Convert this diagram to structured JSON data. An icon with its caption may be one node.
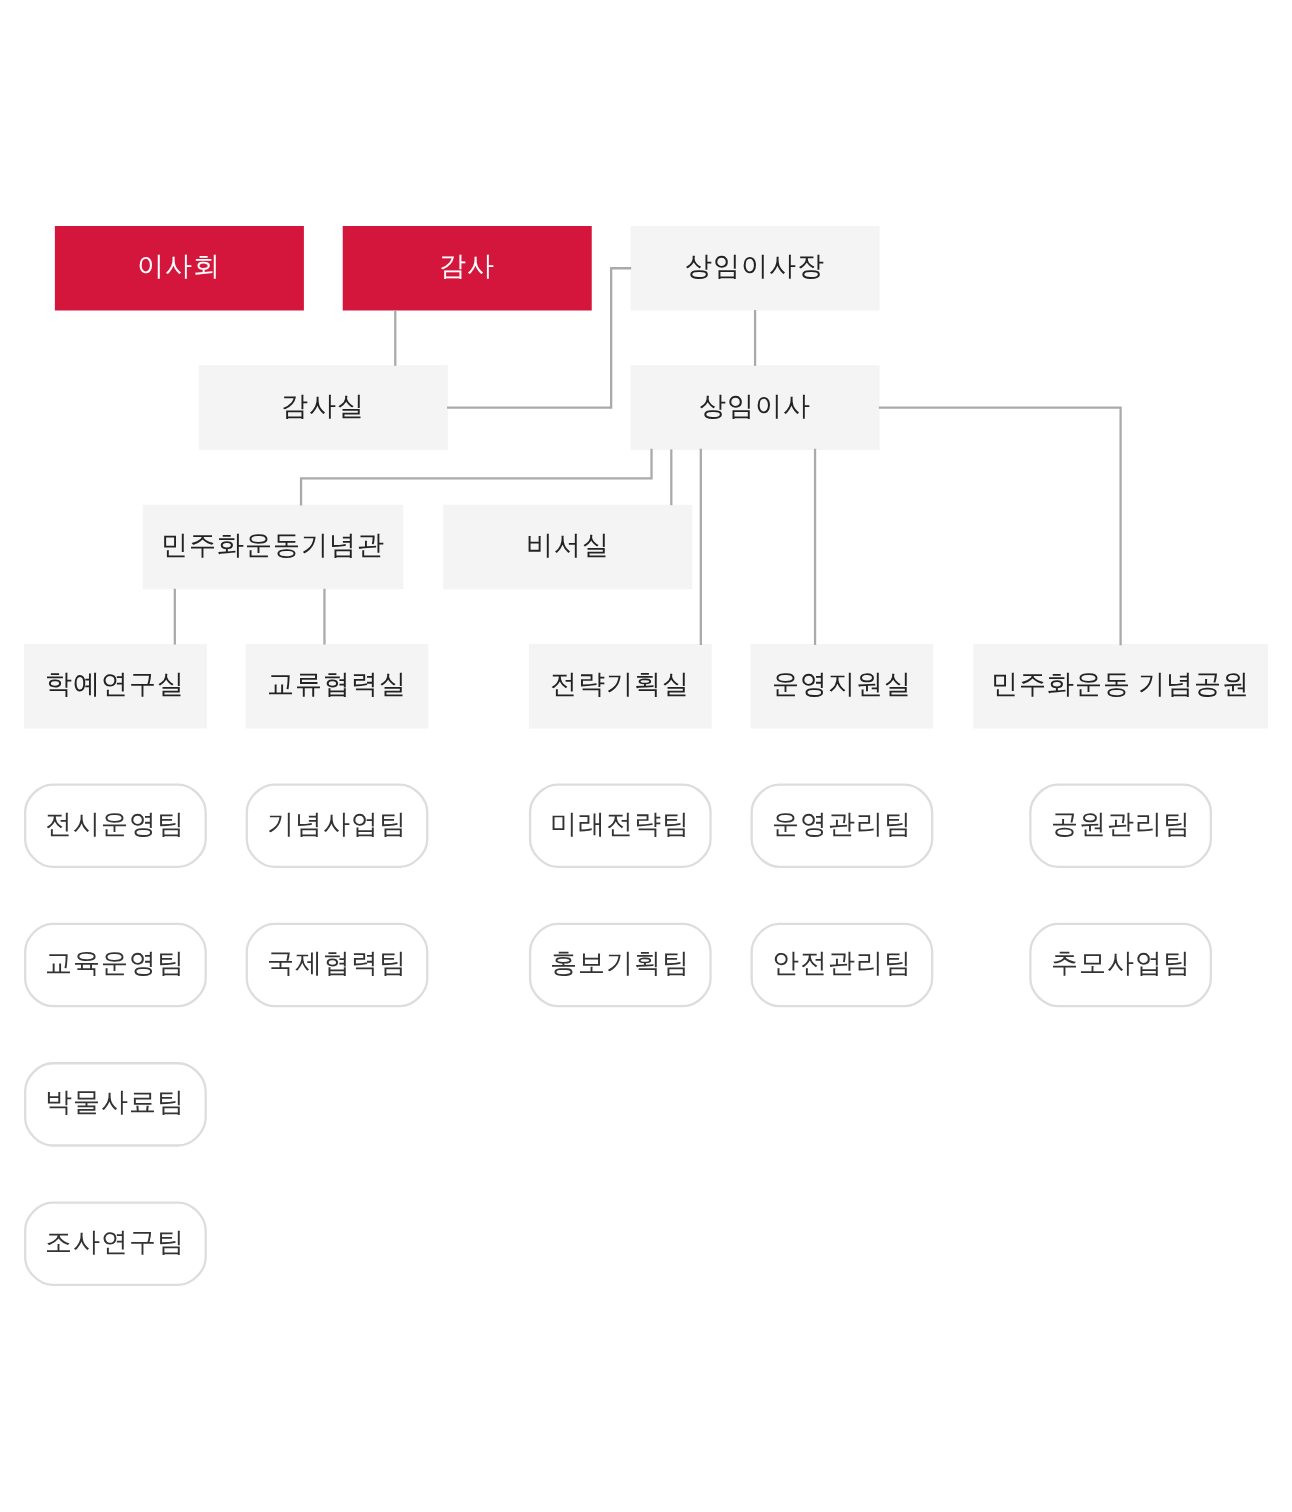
{
  "diagram": {
    "nodes": [
      {
        "text": [
          "이사회"
        ]
      },
      {
        "text": [
          "상임이사장"
        ]
      },
      {
        "text": [
          "감사"
        ]
      },
      {
        "text": [
          "감사실"
        ]
      },
      {
        "text": [
          "상임이사"
        ]
      },
      {
        "text": [
          "민주화운동기념관"
        ]
      },
      {
        "text": [
          "비서실"
        ]
      },
      {
        "text": [
          "학예연구실"
        ]
      },
      {
        "text": [
          "교류협력실"
        ]
      },
      {
        "text": [
          "전략기획실"
        ]
      },
      {
        "text": [
          "운영지원실"
        ]
      },
      {
        "text": [
          "민주화운동 기념공원"
        ]
      },
      {
        "text": [
          "전시운영팀"
        ]
      },
      {
        "text": [
          "기념사업팀"
        ]
      },
      {
        "text": [
          "미래전략팀"
        ]
      },
      {
        "text": [
          "운영관리팀"
        ]
      },
      {
        "text": [
          "공원관리팀"
        ]
      },
      {
        "text": [
          "교육운영팀"
        ]
      },
      {
        "text": [
          "국제협력팀"
        ]
      },
      {
        "text": [
          "홍보기획팀"
        ]
      },
      {
        "text": [
          "안전관리팀"
        ]
      },
      {
        "text": [
          "추모사업팀"
        ]
      },
      {
        "text": [
          "박물사료팀"
        ]
      },
      {
        "text": [
          "조사연구팀"
        ]
      }
    ],
    "edges": [
      {
        "from": 1,
        "to": 4,
        "arrow": "none"
      },
      {
        "from": 2,
        "to": 3,
        "arrow": "none"
      },
      {
        "from": 3,
        "to": 1,
        "arrow": "none"
      },
      {
        "from": 4,
        "to": 5,
        "arrow": "none"
      },
      {
        "from": 4,
        "to": 6,
        "arrow": "none"
      },
      {
        "from": 4,
        "to": 9,
        "arrow": "none"
      },
      {
        "from": 4,
        "to": 10,
        "arrow": "none"
      },
      {
        "from": 4,
        "to": 11,
        "arrow": "none"
      },
      {
        "from": 5,
        "to": 7,
        "arrow": "none"
      },
      {
        "from": 5,
        "to": 8,
        "arrow": "none"
      }
    ]
  }
}
